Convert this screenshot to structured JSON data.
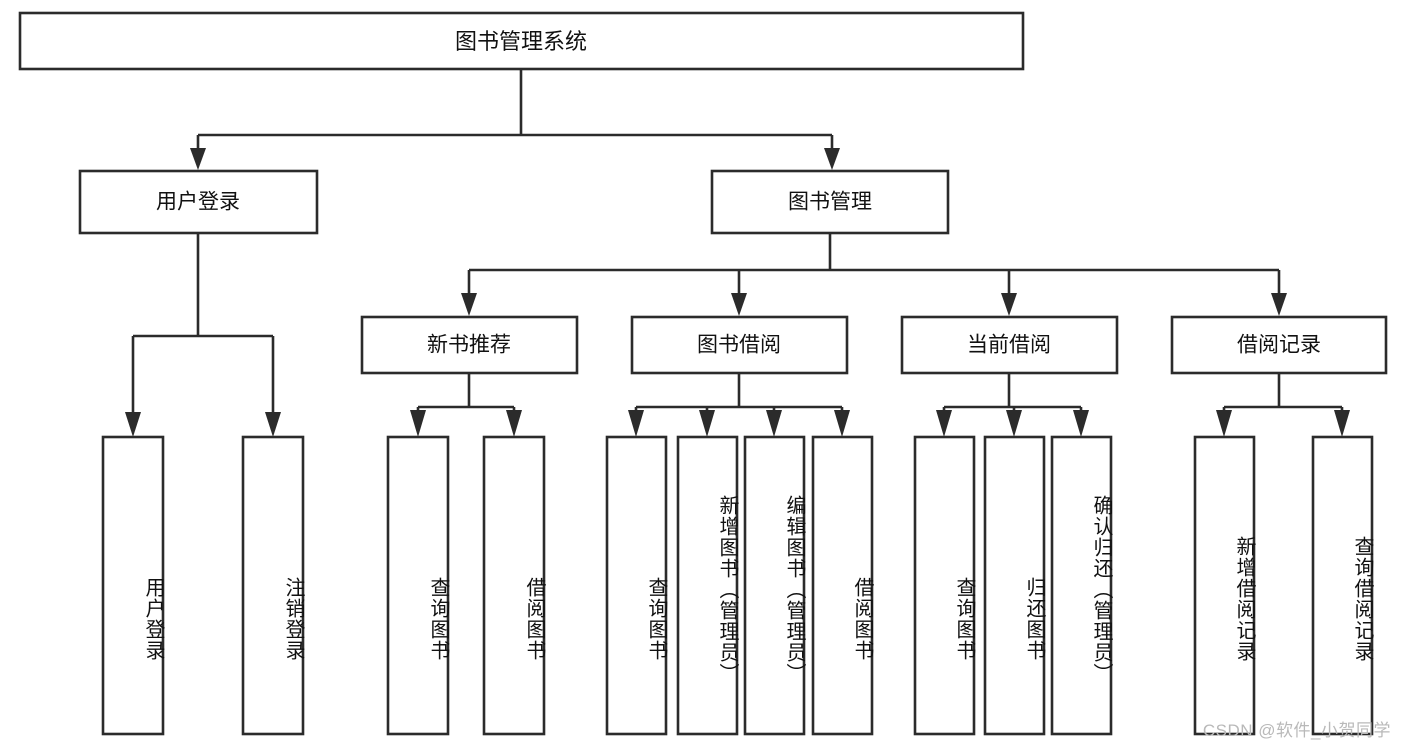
{
  "diagram": {
    "type": "tree",
    "title": "图书管理系统",
    "orientation": "top-down",
    "colors": {
      "box_fill": "#ffffff",
      "box_stroke": "#2b2b2b",
      "text": "#111111",
      "background": "#ffffff",
      "watermark": "#b9b9b9"
    },
    "root": {
      "label": "图书管理系统"
    },
    "level2": [
      {
        "label": "用户登录"
      },
      {
        "label": "图书管理"
      }
    ],
    "level3": [
      {
        "label": "新书推荐"
      },
      {
        "label": "图书借阅"
      },
      {
        "label": "当前借阅"
      },
      {
        "label": "借阅记录"
      }
    ],
    "leaves": {
      "user_login": [
        {
          "label": "用户登录"
        },
        {
          "label": "注销登录"
        }
      ],
      "new_book_recommend": [
        {
          "label": "查询图书"
        },
        {
          "label": "借阅图书"
        }
      ],
      "book_borrow": [
        {
          "label": "查询图书"
        },
        {
          "label": "新增图书（管理员）"
        },
        {
          "label": "编辑图书（管理员）"
        },
        {
          "label": "借阅图书"
        }
      ],
      "current_borrow": [
        {
          "label": "查询图书"
        },
        {
          "label": "归还图书"
        },
        {
          "label": "确认归还（管理员）"
        }
      ],
      "borrow_record": [
        {
          "label": "新增借阅记录"
        },
        {
          "label": "查询借阅记录"
        }
      ]
    }
  },
  "watermark": {
    "text": "CSDN @软件_小贺同学"
  }
}
